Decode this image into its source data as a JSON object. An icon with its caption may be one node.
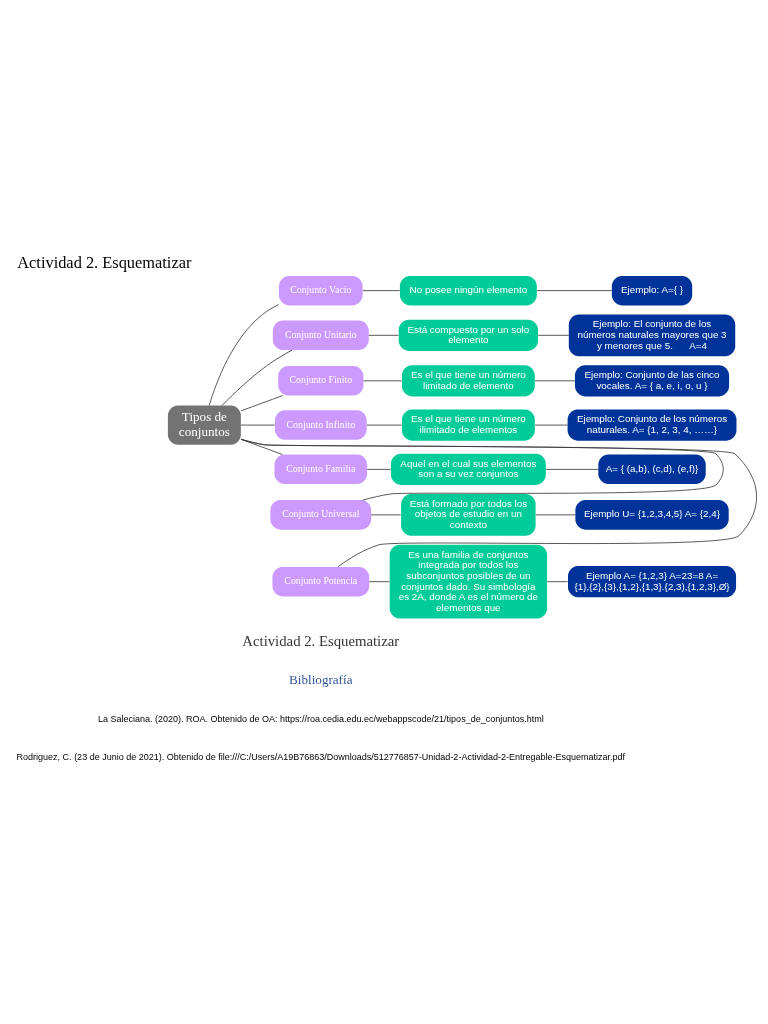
{
  "diagram": {
    "title": "Actividad 2. Esquematizar",
    "nodes": [
      {
        "text": [
          "Tipos de conjuntos"
        ]
      },
      {
        "text": [
          "Conjunto Vacio"
        ]
      },
      {
        "text": [
          "No posee ningún elemento"
        ]
      },
      {
        "text": [
          "Ejemplo: A={ }"
        ]
      },
      {
        "text": [
          "Conjunto Unitario"
        ]
      },
      {
        "text": [
          "Está compuesto por un solo elemento"
        ]
      },
      {
        "text": [
          "Ejemplo: El conjunto de los números naturales mayores que 3 y menores que 5.      A=4"
        ]
      },
      {
        "text": [
          "Conjunto Finito"
        ]
      },
      {
        "text": [
          "Es el que tiene un número limitado de elemento"
        ]
      },
      {
        "text": [
          "Ejemplo: Conjunto de las cinco vocales. A= { a, e, i, o, u }"
        ]
      },
      {
        "text": [
          "Conjunto Infinito"
        ]
      },
      {
        "text": [
          "Es el que tiene un número ilimitado de elementos"
        ]
      },
      {
        "text": [
          "Ejemplo: Conjunto de los números naturales. A= {1, 2, 3, 4, ……}"
        ]
      },
      {
        "text": [
          "Conjunto Familia"
        ]
      },
      {
        "text": [
          "Aquel en el cual sus elementos son a su vez conjuntos"
        ]
      },
      {
        "text": [
          "A= { (a,b), (c,d), (e,f)}"
        ]
      },
      {
        "text": [
          "Conjunto Universal"
        ]
      },
      {
        "text": [
          "Está formado por todos los objetos de estudio en un contexto"
        ]
      },
      {
        "text": [
          "Ejemplo U= {1,2,3,4,5} A= {2,4}"
        ]
      },
      {
        "text": [
          "Conjunto Potencia"
        ]
      },
      {
        "text": [
          "Es una familia de conjuntos integrada por todos los subconjuntos posibles de un conjuntos dado. Su simbología es 2A, donde A es el número de elementos que"
        ]
      },
      {
        "text": [
          "Ejemplo A= {1,2,3} A=23=8 A= {1},{2},{3},{1,2},{1,3}.{2,3),{1,2,3},Ø}"
        ]
      }
    ],
    "edges": [
      {
        "from": 0,
        "to": 1,
        "arrow": "none"
      },
      {
        "from": 1,
        "to": 2,
        "arrow": "none"
      },
      {
        "from": 2,
        "to": 3,
        "arrow": "none"
      },
      {
        "from": 0,
        "to": 4,
        "arrow": "none"
      },
      {
        "from": 4,
        "to": 5,
        "arrow": "none"
      },
      {
        "from": 5,
        "to": 6,
        "arrow": "none"
      },
      {
        "from": 0,
        "to": 7,
        "arrow": "none"
      },
      {
        "from": 7,
        "to": 8,
        "arrow": "none"
      },
      {
        "from": 8,
        "to": 9,
        "arrow": "none"
      },
      {
        "from": 0,
        "to": 10,
        "arrow": "none"
      },
      {
        "from": 10,
        "to": 11,
        "arrow": "none"
      },
      {
        "from": 11,
        "to": 12,
        "arrow": "none"
      },
      {
        "from": 0,
        "to": 13,
        "arrow": "none"
      },
      {
        "from": 13,
        "to": 14,
        "arrow": "none"
      },
      {
        "from": 14,
        "to": 15,
        "arrow": "none"
      },
      {
        "from": 0,
        "to": 16,
        "arrow": "none"
      },
      {
        "from": 16,
        "to": 17,
        "arrow": "none"
      },
      {
        "from": 17,
        "to": 18,
        "arrow": "none"
      },
      {
        "from": 0,
        "to": 19,
        "arrow": "none"
      },
      {
        "from": 19,
        "to": 20,
        "arrow": "none"
      },
      {
        "from": 20,
        "to": 21,
        "arrow": "none"
      }
    ],
    "labels": [
      "Actividad 2. Esquematizar",
      "Bibliografía",
      "La Saleciana. (2020). ROA. Obtenido de OA: https://roa.cedia.edu.ec/webappscode/21/tipos_de_conjuntos.html",
      "Rodriguez, C. (23 de Junio de 2021). Obtenido de file:///C:/Users/A19B76863/Downloads/512776857-Unidad-2-Actividad-2-Entregable-Esquematizar.pdf"
    ]
  }
}
